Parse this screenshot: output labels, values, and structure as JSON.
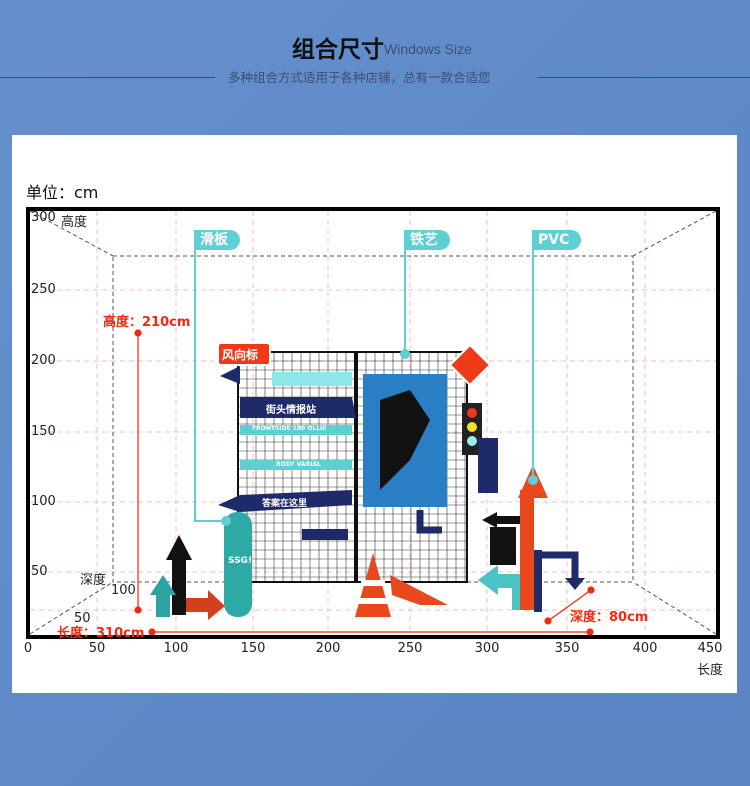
{
  "header": {
    "title": "组合尺寸",
    "title_en": "Windows Size",
    "subtitle": "多种组合方式适用于各种店铺，总有一款合适您"
  },
  "unit_label": "单位：cm",
  "chart": {
    "x_ticks": [
      "0",
      "50",
      "100",
      "150",
      "200",
      "250",
      "300",
      "350",
      "400",
      "450"
    ],
    "y_ticks": [
      "300",
      "250",
      "200",
      "150",
      "100",
      "50"
    ],
    "x_axis_label": "长度",
    "y_axis_label": "高度",
    "depth_label": "深度",
    "depth_ticks": [
      "100",
      "50"
    ]
  },
  "callouts": [
    {
      "label": "滑板"
    },
    {
      "label": "铁艺"
    },
    {
      "label": "PVC"
    }
  ],
  "dimensions": {
    "height": "高度：210cm",
    "length": "长度：310cm",
    "depth": "深度：80cm"
  },
  "illustration": {
    "sign": "风向标",
    "banner1": "街头情报站",
    "banner2": "FRONTSIDE 180 OLLIE",
    "banner3": "BODY VARIAL",
    "banner4": "答案在这里",
    "skateboard": "SSG!"
  },
  "colors": {
    "accent": "#5fd0d2",
    "dimension": "#ef2a10",
    "navy": "#1e2a6a",
    "background": "#6590cc"
  }
}
